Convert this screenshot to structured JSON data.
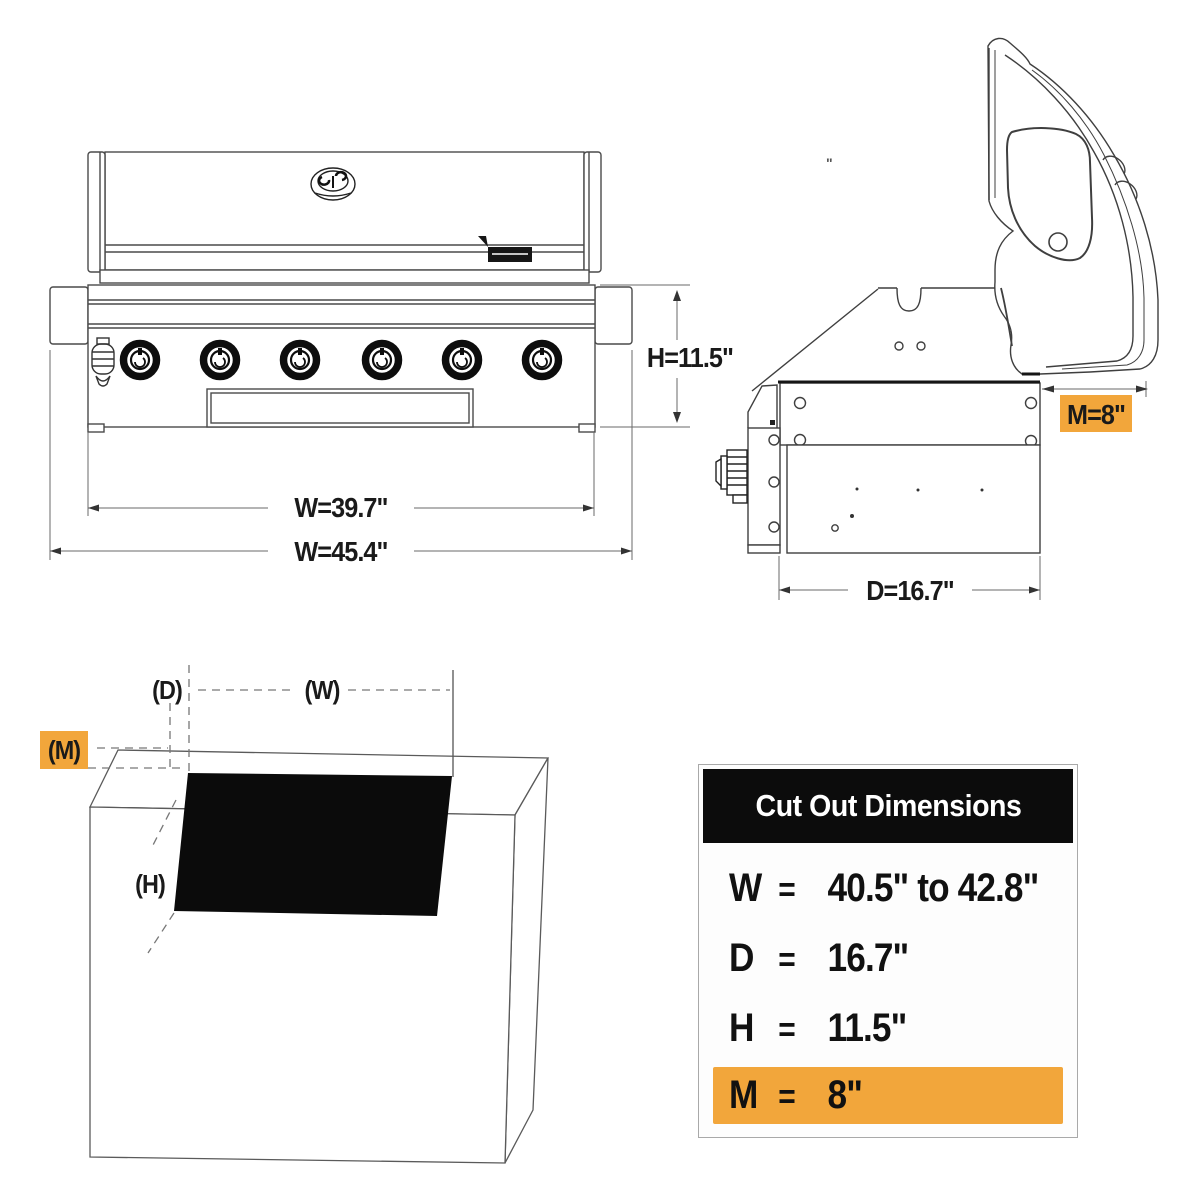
{
  "colors": {
    "accent": "#F2A63B",
    "ink": "#1a1a1a",
    "line": "#4a4a4a"
  },
  "front_view": {
    "width_inner": "W=39.7\"",
    "width_outer": "W=45.4\"",
    "height": "H=11.5\""
  },
  "side_view": {
    "depth": "D=16.7\"",
    "margin": "M=8\"",
    "stray_mark": "\""
  },
  "iso_view": {
    "depth": "(D)",
    "width": "(W)",
    "margin": "(M)",
    "height": "(H)"
  },
  "cutout_table": {
    "title": "Cut Out Dimensions",
    "rows": [
      {
        "key": "W",
        "eq": "=",
        "value": "40.5\" to 42.8\""
      },
      {
        "key": "D",
        "eq": "=",
        "value": "16.7\""
      },
      {
        "key": "H",
        "eq": "=",
        "value": "11.5\""
      },
      {
        "key": "M",
        "eq": "=",
        "value": "8\""
      }
    ]
  }
}
